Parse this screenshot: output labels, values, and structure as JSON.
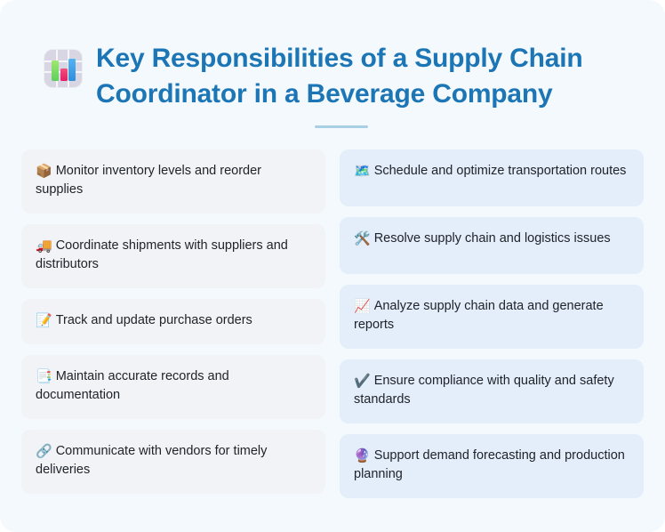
{
  "header": {
    "icon_name": "bar-chart-icon",
    "title": "Key Responsibilities of a Supply Chain Coordinator in a Beverage Company",
    "accent_color": "#1c75b5",
    "divider_color": "#a8cfe4"
  },
  "theme": {
    "page_background": "#f4f9fd",
    "left_card_background": "#f1f3f6",
    "right_card_background": "#e3eefa",
    "text_color": "#20242b"
  },
  "columns": {
    "left": {
      "card_background": "#f1f3f6",
      "items": [
        {
          "icon": "📦",
          "icon_name": "package-icon",
          "text": "Monitor inventory levels and reorder supplies"
        },
        {
          "icon": "🚚",
          "icon_name": "delivery-truck-icon",
          "text": "Coordinate shipments with suppliers and distributors"
        },
        {
          "icon": "📝",
          "icon_name": "memo-icon",
          "text": "Track and update purchase orders"
        },
        {
          "icon": "📑",
          "icon_name": "bookmark-tabs-icon",
          "text": "Maintain accurate records and documentation"
        },
        {
          "icon": "🔗",
          "icon_name": "link-icon",
          "text": "Communicate with vendors for timely deliveries"
        }
      ]
    },
    "right": {
      "card_background": "#e3eefa",
      "items": [
        {
          "icon": "🗺️",
          "icon_name": "world-map-icon",
          "text": "Schedule and optimize transportation routes"
        },
        {
          "icon": "🛠️",
          "icon_name": "hammer-and-wrench-icon",
          "text": "Resolve supply chain and logistics issues"
        },
        {
          "icon": "📈",
          "icon_name": "chart-increasing-icon",
          "text": "Analyze supply chain data and generate reports"
        },
        {
          "icon": "✔️",
          "icon_name": "check-mark-icon",
          "text": "Ensure compliance with quality and safety standards"
        },
        {
          "icon": "🔮",
          "icon_name": "crystal-ball-icon",
          "text": "Support demand forecasting and production planning"
        }
      ]
    }
  }
}
